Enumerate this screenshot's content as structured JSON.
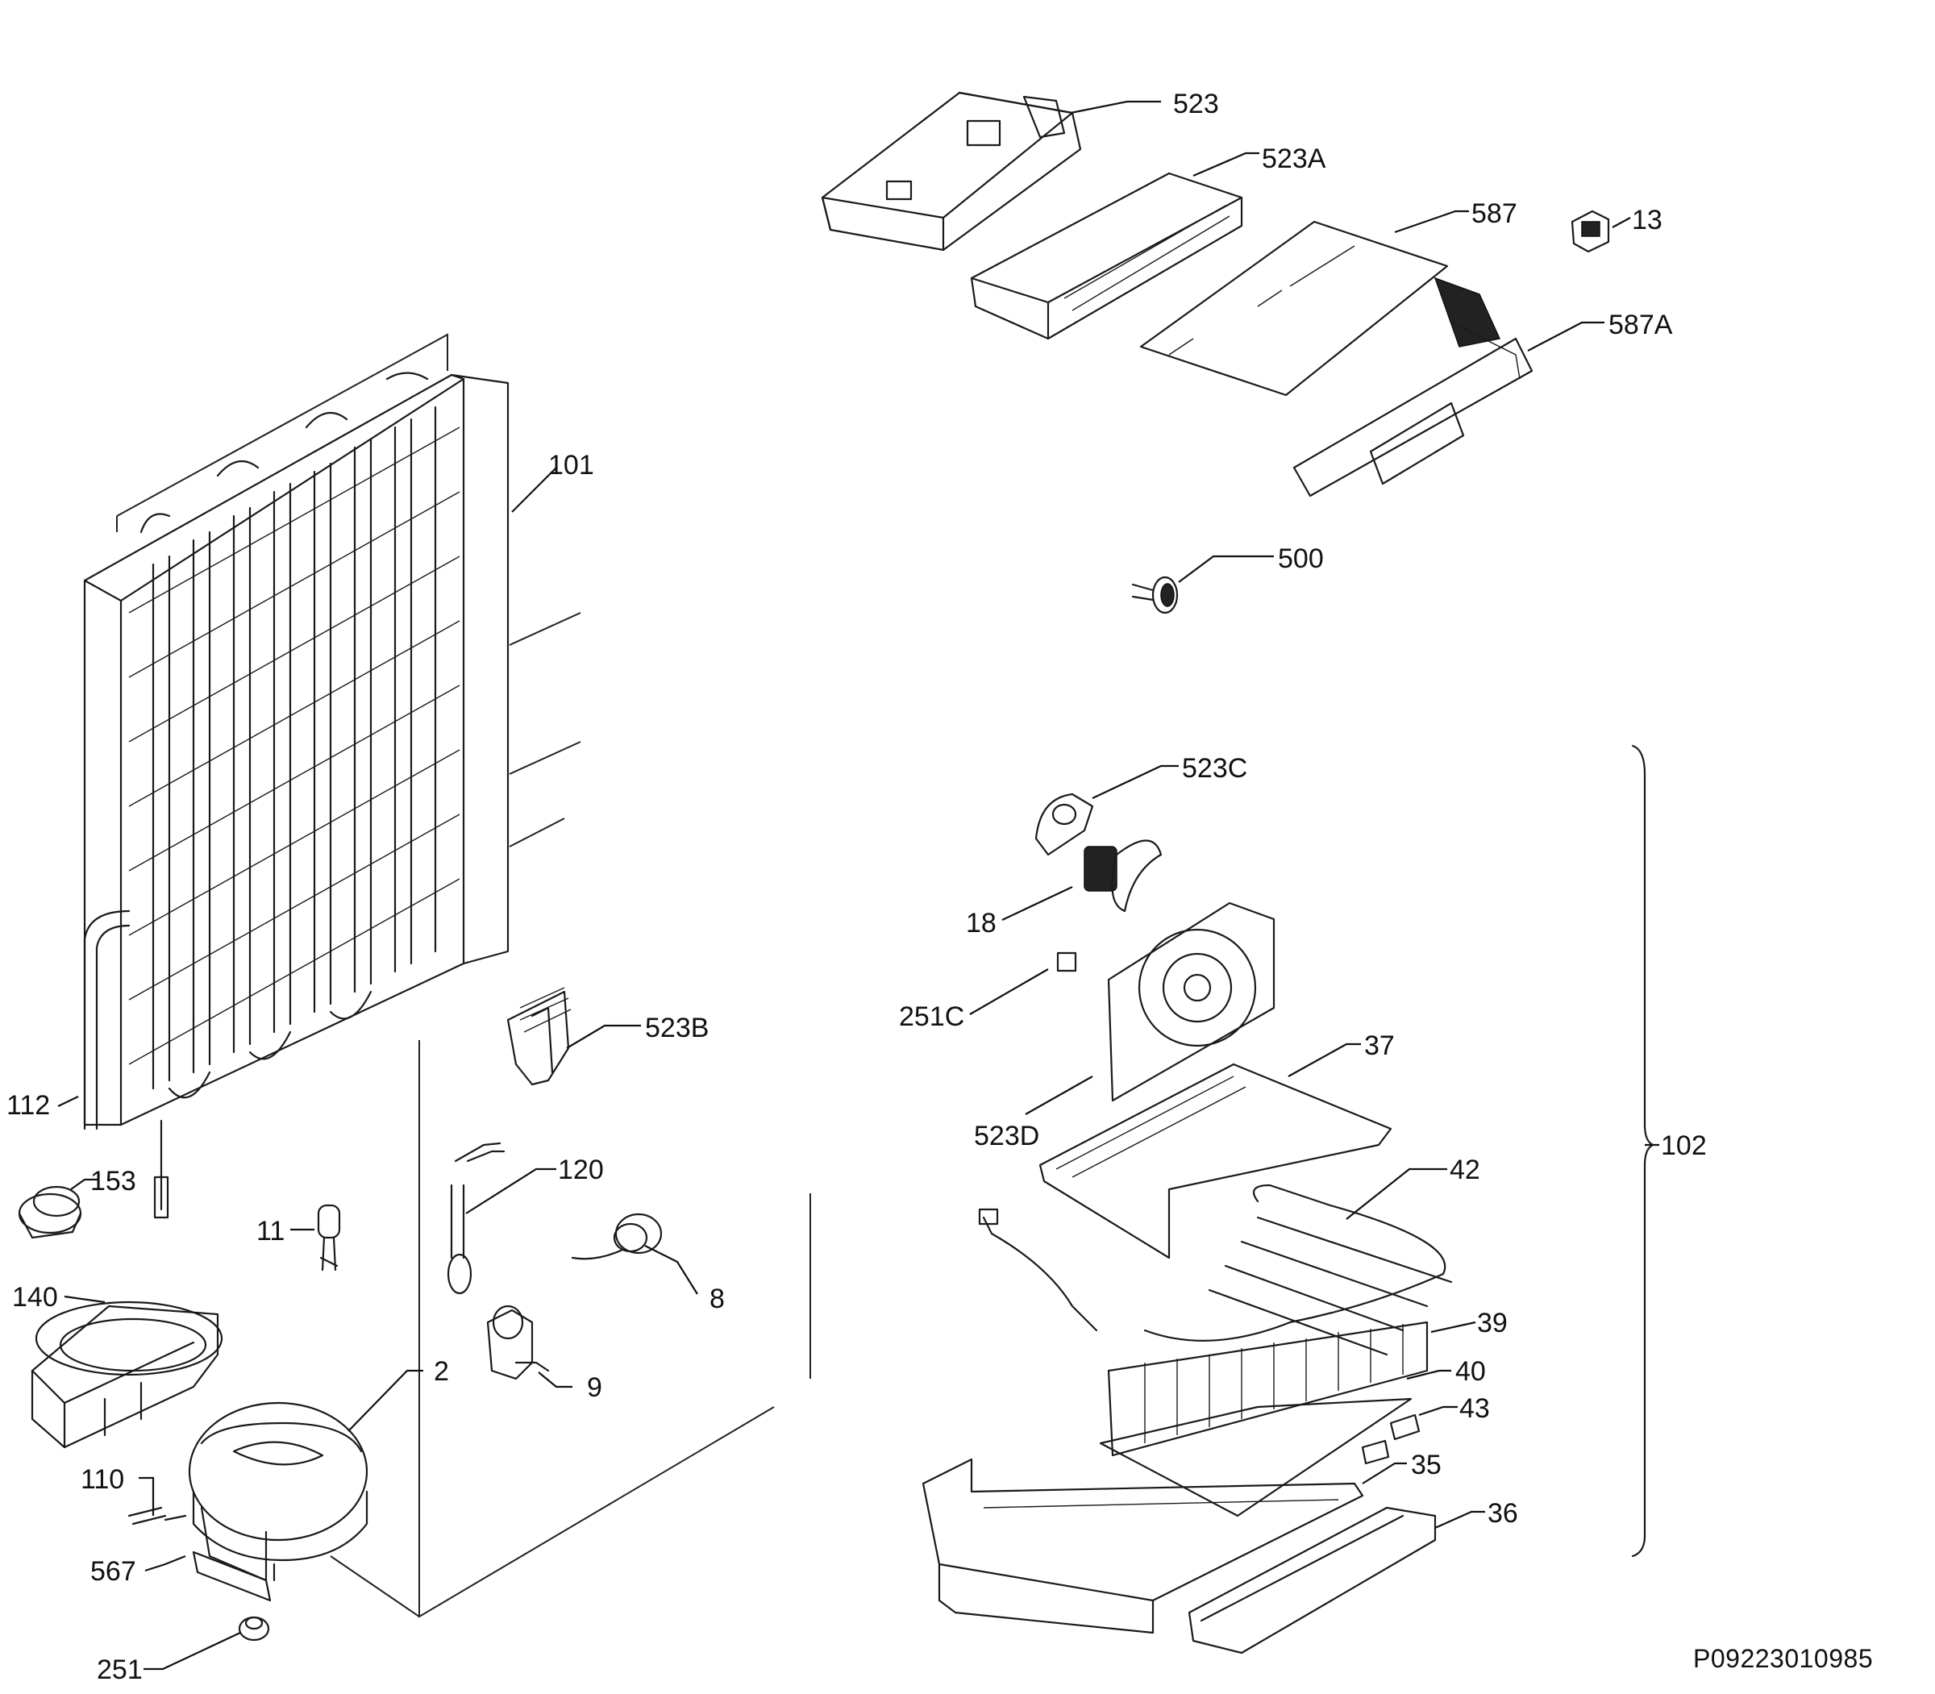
{
  "diagram": {
    "document_number": "P09223010985",
    "callouts": [
      {
        "id": "523",
        "main": "523",
        "suffix": ""
      },
      {
        "id": "523A",
        "main": "523",
        "suffix": "A"
      },
      {
        "id": "587",
        "main": "587",
        "suffix": ""
      },
      {
        "id": "13",
        "main": "13",
        "suffix": ""
      },
      {
        "id": "587A",
        "main": "587",
        "suffix": "A"
      },
      {
        "id": "101",
        "main": "101",
        "suffix": ""
      },
      {
        "id": "500",
        "main": "500",
        "suffix": ""
      },
      {
        "id": "523C",
        "main": "523",
        "suffix": "C"
      },
      {
        "id": "18",
        "main": "18",
        "suffix": ""
      },
      {
        "id": "251C",
        "main": "251C",
        "suffix": ""
      },
      {
        "id": "523B",
        "main": "523",
        "suffix": "B"
      },
      {
        "id": "37",
        "main": "37",
        "suffix": ""
      },
      {
        "id": "112",
        "main": "112",
        "suffix": ""
      },
      {
        "id": "523D",
        "main": "523",
        "suffix": "D"
      },
      {
        "id": "102",
        "main": "102",
        "suffix": ""
      },
      {
        "id": "153",
        "main": "153",
        "suffix": ""
      },
      {
        "id": "120",
        "main": "120",
        "suffix": ""
      },
      {
        "id": "42",
        "main": "42",
        "suffix": ""
      },
      {
        "id": "11",
        "main": "11",
        "suffix": ""
      },
      {
        "id": "140",
        "main": "140",
        "suffix": ""
      },
      {
        "id": "8",
        "main": "8",
        "suffix": ""
      },
      {
        "id": "39",
        "main": "39",
        "suffix": ""
      },
      {
        "id": "2",
        "main": "2",
        "suffix": ""
      },
      {
        "id": "40",
        "main": "40",
        "suffix": ""
      },
      {
        "id": "9",
        "main": "9",
        "suffix": ""
      },
      {
        "id": "43",
        "main": "43",
        "suffix": ""
      },
      {
        "id": "110",
        "main": "110",
        "suffix": ""
      },
      {
        "id": "35",
        "main": "35",
        "suffix": ""
      },
      {
        "id": "36",
        "main": "36",
        "suffix": ""
      },
      {
        "id": "567",
        "main": "567",
        "suffix": ""
      },
      {
        "id": "251",
        "main": "251",
        "suffix": ""
      }
    ]
  }
}
